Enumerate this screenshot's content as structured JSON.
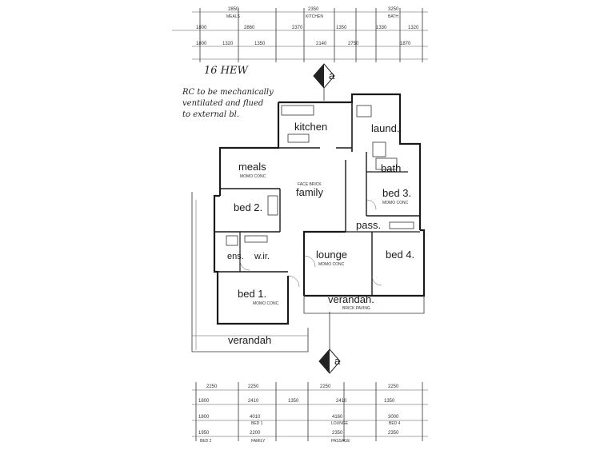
{
  "title": "16 HEW",
  "note": [
    "RC to be mechanically",
    "ventilated and flued",
    "to external bl."
  ],
  "section_marker": "a",
  "rooms": {
    "kitchen": "kitchen",
    "laund": "laund.",
    "meals": "meals",
    "bath": "bath",
    "family": "family",
    "bed3": "bed 3.",
    "bed2": "bed 2.",
    "pass": "pass.",
    "ens": "ens.",
    "wir": "w.ir.",
    "lounge": "lounge",
    "bed4": "bed 4.",
    "bed1": "bed 1.",
    "verandah_front": "verandah",
    "verandah_rear": "verandah."
  },
  "finishes": {
    "meals": "MOMO CONC",
    "bed3": "MOMO CONC",
    "bed1": "MOMO CONC",
    "lounge": "MOMO CONC",
    "family_wall": "FACE BRICK",
    "verandah_rear": "BRICK PAVING"
  },
  "top_dims": {
    "row1": [
      "2850",
      "2350",
      "3250"
    ],
    "row1_labels": [
      "MEALS",
      "KITCHEN",
      "BATH"
    ],
    "row2": [
      "1800",
      "2860",
      "2370",
      "1350",
      "1330",
      "1320"
    ],
    "row3": [
      "1800",
      "1320",
      "1350",
      "2140",
      "2750",
      "1870"
    ]
  },
  "bottom_dims": {
    "row1": [
      "2250",
      "2250",
      "2250",
      "2250"
    ],
    "row2": [
      "1800",
      "2410",
      "1350",
      "2410",
      "1350"
    ],
    "row3": [
      "1800",
      "4010",
      "4160",
      "3000"
    ],
    "row3_labels": [
      "BED 1",
      "LOUNGE",
      "BED 4"
    ],
    "row4": [
      "1950",
      "2200",
      "2350",
      "2350"
    ],
    "row4_labels": [
      "BED 2",
      "FAMILY",
      "PASSAGE"
    ]
  }
}
